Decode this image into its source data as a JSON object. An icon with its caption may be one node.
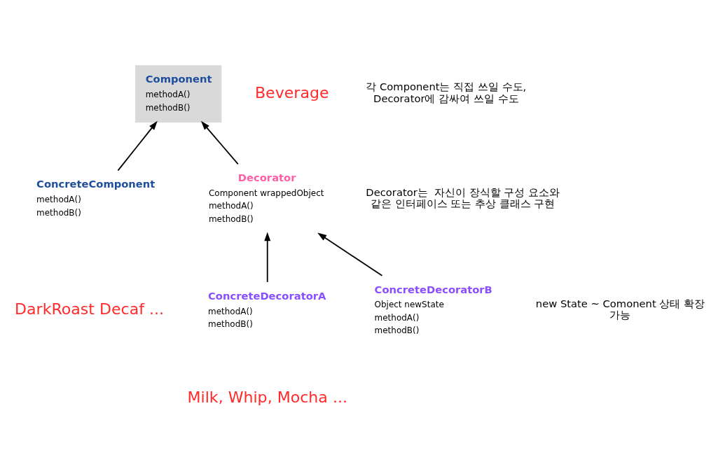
{
  "diagram": {
    "nodes": [
      {
        "text": [
          "Component",
          "methodA()",
          "methodB()"
        ]
      },
      {
        "text": [
          "ConcreteComponent",
          "methodA()",
          "methodB()"
        ]
      },
      {
        "text": [
          "Decorator",
          "Component wrappedObject",
          "methodA()",
          "methodB()"
        ]
      },
      {
        "text": [
          "ConcreteDecoratorA",
          "methodA()",
          "methodB()"
        ]
      },
      {
        "text": [
          "ConcreteDecoratorB",
          "Object newState",
          "methodA()",
          "methodB()"
        ]
      }
    ],
    "edges": [
      {
        "from": 1,
        "to": 0,
        "arrow": "to"
      },
      {
        "from": 2,
        "to": 0,
        "arrow": "to"
      },
      {
        "from": 3,
        "to": 2,
        "arrow": "to"
      },
      {
        "from": 4,
        "to": 2,
        "arrow": "to"
      }
    ],
    "labels": [
      "Beverage",
      "각 Component는 직접 쓰일 수도, Decorator에 감싸여 쓰일 수도",
      "Decorator는  자신이 장식할 구성 요소와 같은 인터페이스 또는 추상 클래스 구현",
      "DarkRoast Decaf ...",
      "new State ~ Comonent 상태 확장 가능",
      "Milk, Whip, Mocha ..."
    ]
  }
}
